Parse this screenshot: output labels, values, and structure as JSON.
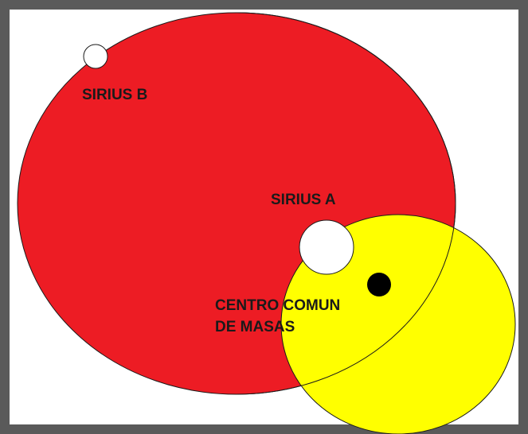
{
  "labels": {
    "sirius_b": "SIRIUS B",
    "sirius_a": "SIRIUS A",
    "center_line1": "CENTRO COMUN",
    "center_line2": "DE MASAS"
  },
  "colors": {
    "frame": "#5a5a5a",
    "background": "#ffffff",
    "orbit_b": "#ed1c24",
    "orbit_a": "#ffff00",
    "stars": "#ffffff",
    "center_of_mass": "#000000",
    "outline": "#1a1a1a"
  }
}
